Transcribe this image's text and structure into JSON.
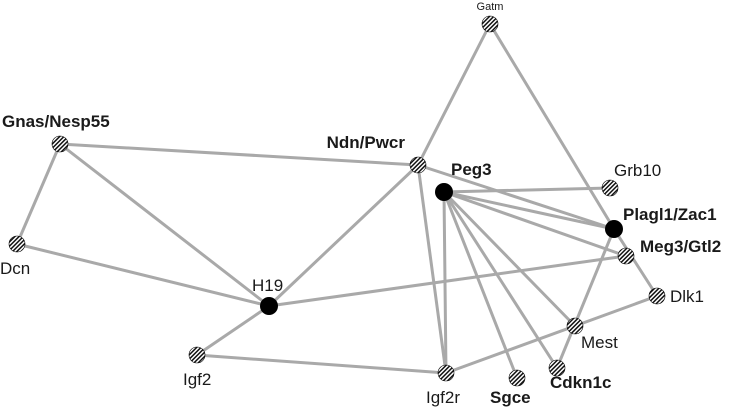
{
  "diagram": {
    "type": "gene-network",
    "colors": {
      "edge": "#a9a9a9",
      "solid_node": "#000000",
      "hatched_node": "#000000",
      "label": "#1a1a1a"
    },
    "nodes": [
      {
        "id": "gatm",
        "label": "Gatm",
        "style": "hatched",
        "weight": "small"
      },
      {
        "id": "gnas",
        "label": "Gnas/Nesp55",
        "style": "hatched",
        "weight": "bold"
      },
      {
        "id": "ndn",
        "label": "Ndn/Pwcr",
        "style": "hatched",
        "weight": "bold"
      },
      {
        "id": "peg3",
        "label": "Peg3",
        "style": "solid",
        "weight": "bold"
      },
      {
        "id": "grb10",
        "label": "Grb10",
        "style": "hatched",
        "weight": "normal"
      },
      {
        "id": "plagl1",
        "label": "Plagl1/Zac1",
        "style": "solid",
        "weight": "bold"
      },
      {
        "id": "meg3",
        "label": "Meg3/Gtl2",
        "style": "hatched",
        "weight": "bold"
      },
      {
        "id": "dcn",
        "label": "Dcn",
        "style": "hatched",
        "weight": "normal"
      },
      {
        "id": "h19",
        "label": "H19",
        "style": "solid",
        "weight": "normal"
      },
      {
        "id": "dlk1",
        "label": "Dlk1",
        "style": "hatched",
        "weight": "normal"
      },
      {
        "id": "mest",
        "label": "Mest",
        "style": "hatched",
        "weight": "normal"
      },
      {
        "id": "igf2",
        "label": "Igf2",
        "style": "hatched",
        "weight": "normal"
      },
      {
        "id": "igf2r",
        "label": "Igf2r",
        "style": "hatched",
        "weight": "normal"
      },
      {
        "id": "sgce",
        "label": "Sgce",
        "style": "hatched",
        "weight": "bold"
      },
      {
        "id": "cdkn1c",
        "label": "Cdkn1c",
        "style": "hatched",
        "weight": "bold"
      }
    ],
    "edges": [
      [
        "gatm",
        "ndn"
      ],
      [
        "gatm",
        "plagl1"
      ],
      [
        "gnas",
        "ndn"
      ],
      [
        "gnas",
        "dcn"
      ],
      [
        "gnas",
        "h19"
      ],
      [
        "dcn",
        "h19"
      ],
      [
        "ndn",
        "h19"
      ],
      [
        "ndn",
        "igf2r"
      ],
      [
        "ndn",
        "plagl1"
      ],
      [
        "peg3",
        "grb10"
      ],
      [
        "peg3",
        "plagl1"
      ],
      [
        "peg3",
        "meg3"
      ],
      [
        "peg3",
        "igf2r"
      ],
      [
        "peg3",
        "mest"
      ],
      [
        "peg3",
        "sgce"
      ],
      [
        "peg3",
        "cdkn1c"
      ],
      [
        "plagl1",
        "dlk1"
      ],
      [
        "plagl1",
        "cdkn1c"
      ],
      [
        "h19",
        "meg3"
      ],
      [
        "h19",
        "igf2"
      ],
      [
        "igf2",
        "igf2r"
      ],
      [
        "dlk1",
        "igf2r"
      ]
    ]
  }
}
